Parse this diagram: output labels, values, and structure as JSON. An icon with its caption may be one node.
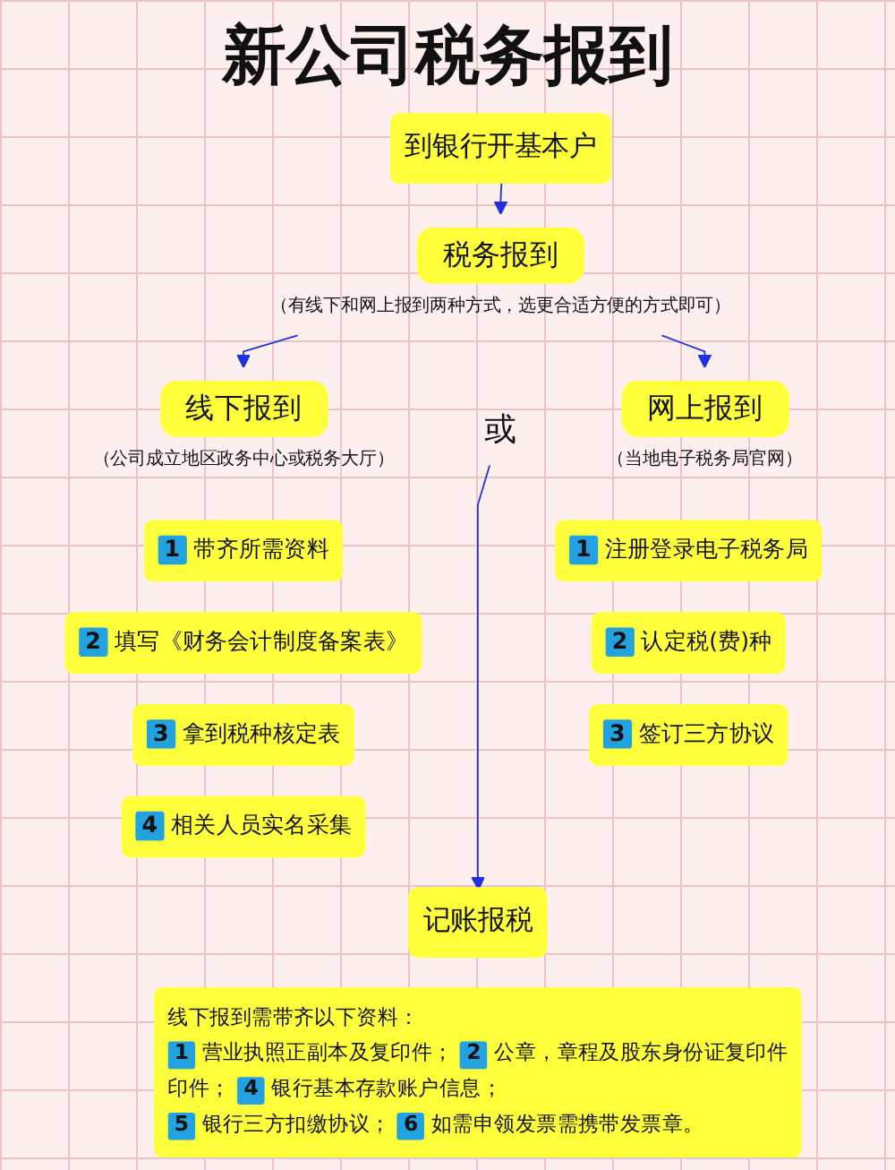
{
  "diagram": {
    "title": "新公司税务报到",
    "nodes": [
      {
        "text": [
          "到银行开基本户"
        ]
      },
      {
        "text": [
          "税务报到"
        ],
        "beside": [
          "（有线下和网上报到两种方式，选更合适方便的方式即可）"
        ]
      },
      {
        "text": [
          "线下报到"
        ],
        "beside": [
          "（公司成立地区政务中心或税务大厅）"
        ]
      },
      {
        "text": [
          "或"
        ]
      },
      {
        "text": [
          "网上报到"
        ],
        "beside": [
          "（当地电子税务局官网）"
        ]
      },
      {
        "text": [
          "1",
          "带齐所需资料"
        ]
      },
      {
        "text": [
          "2",
          "填写《财务会计制度备案表》"
        ]
      },
      {
        "text": [
          "3",
          "拿到税种核定表"
        ]
      },
      {
        "text": [
          "4",
          "相关人员实名采集"
        ]
      },
      {
        "text": [
          "1",
          "注册登录电子税务局"
        ]
      },
      {
        "text": [
          "2",
          "认定税(费)种"
        ]
      },
      {
        "text": [
          "3",
          "签订三方协议"
        ]
      },
      {
        "text": [
          "记账报税"
        ]
      },
      {
        "text": [
          "线下报到需带齐以下资料：",
          "1",
          "营业执照正副本及复印件；",
          "2",
          "公章，章程及股东身份证复印件",
          "印件；",
          "4",
          "银行基本存款账户信息；",
          "5",
          "银行三方扣缴协议；",
          "6",
          "如需申领发票需携带发票章。"
        ]
      }
    ],
    "edges": [
      {
        "from": 0,
        "to": 1,
        "arrow": "to"
      },
      {
        "from": 1,
        "to": 2,
        "arrow": "to"
      },
      {
        "from": 1,
        "to": 4,
        "arrow": "to"
      },
      {
        "from": 3,
        "to": 12,
        "arrow": "to"
      }
    ]
  }
}
